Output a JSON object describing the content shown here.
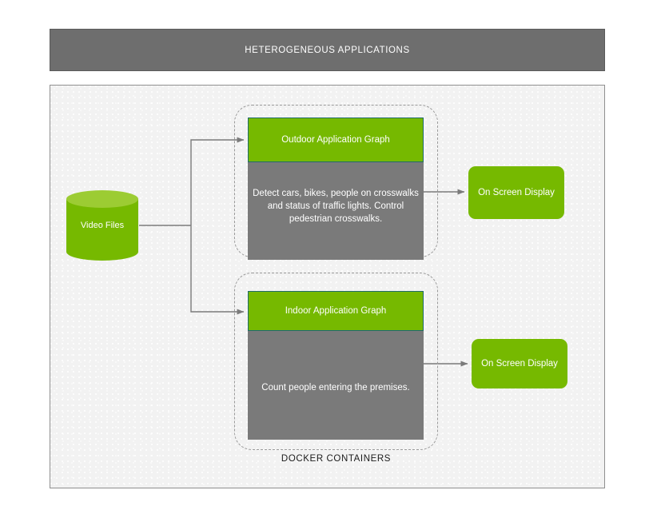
{
  "header": {
    "title": "HETEROGENEOUS APPLICATIONS"
  },
  "source": {
    "icon": "database-cylinder-icon",
    "label": "Video Files"
  },
  "docker": {
    "group_label": "DOCKER CONTAINERS",
    "containers": [
      {
        "name": "outdoor",
        "head_label": "Outdoor Application Graph",
        "body_text": "Detect cars, bikes, people on crosswalks and status of traffic lights. Control pedestrian crosswalks."
      },
      {
        "name": "indoor",
        "head_label": "Indoor Application Graph",
        "body_text": "Count people entering the premises."
      }
    ]
  },
  "outputs": [
    {
      "name": "outdoor-display",
      "label": "On Screen Display"
    },
    {
      "name": "indoor-display",
      "label": "On Screen Display"
    }
  ],
  "colors": {
    "brand_green": "#76b900",
    "cylinder_top_green": "#9ccc33",
    "header_gray": "#6e6e6e",
    "body_gray": "#7a7a7a",
    "panel_bg": "#f2f2f2",
    "connector_gray": "#7b7b7b",
    "app_head_border": "#1f6b6b",
    "dashed_border": "#9a9a9a"
  }
}
